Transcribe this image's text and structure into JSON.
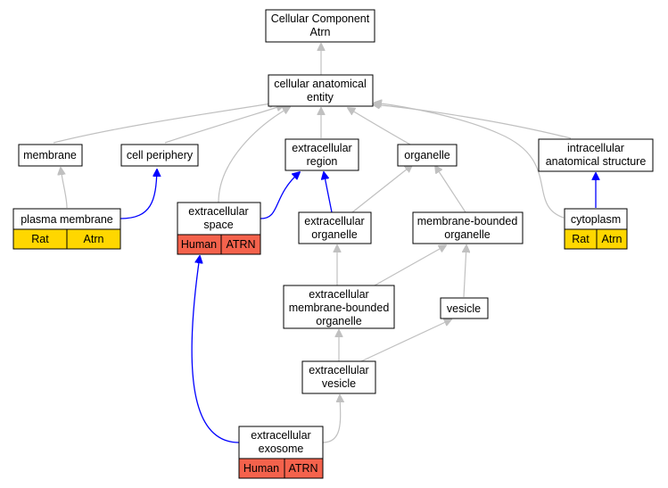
{
  "colors": {
    "is_a_edge": "#c0c0c0",
    "annotated_edge": "#0000ff",
    "rat_annotation": "#ffd700",
    "human_annotation": "#f4624c"
  },
  "nodes": {
    "root": {
      "line1": "Cellular Component",
      "line2": "Atrn"
    },
    "cellular_anatomical_entity": {
      "line1": "cellular anatomical",
      "line2": "entity"
    },
    "membrane": {
      "line1": "membrane"
    },
    "cell_periphery": {
      "line1": "cell periphery"
    },
    "extracellular_region": {
      "line1": "extracellular",
      "line2": "region"
    },
    "organelle": {
      "line1": "organelle"
    },
    "intracellular_anatomical_structure": {
      "line1": "intracellular",
      "line2": "anatomical structure"
    },
    "plasma_membrane": {
      "line1": "plasma membrane",
      "species": "Rat",
      "gene": "Atrn"
    },
    "extracellular_space": {
      "line1": "extracellular",
      "line2": "space",
      "species": "Human",
      "gene": "ATRN"
    },
    "extracellular_organelle": {
      "line1": "extracellular",
      "line2": "organelle"
    },
    "membrane_bounded_organelle": {
      "line1": "membrane-bounded",
      "line2": "organelle"
    },
    "cytoplasm": {
      "line1": "cytoplasm",
      "species": "Rat",
      "gene": "Atrn"
    },
    "extracellular_membrane_bounded_organelle": {
      "line1": "extracellular",
      "line2": "membrane-bounded",
      "line3": "organelle"
    },
    "vesicle": {
      "line1": "vesicle"
    },
    "extracellular_vesicle": {
      "line1": "extracellular",
      "line2": "vesicle"
    },
    "extracellular_exosome": {
      "line1": "extracellular",
      "line2": "exosome",
      "species": "Human",
      "gene": "ATRN"
    }
  }
}
